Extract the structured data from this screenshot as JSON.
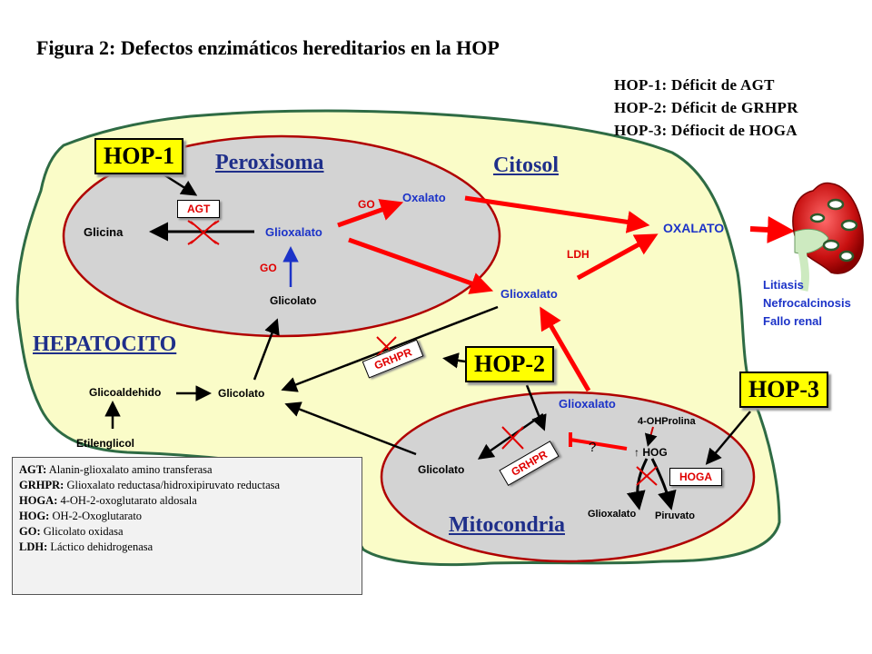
{
  "title": "Figura 2: Defectos enzimáticos hereditarios en la HOP",
  "hop_legend": [
    "HOP-1: Déficit de AGT",
    "HOP-2: Déficit de GRHPR",
    "HOP-3: Défiocit de HOGA"
  ],
  "hop_boxes": {
    "hop1": "HOP-1",
    "hop2": "HOP-2",
    "hop3": "HOP-3"
  },
  "regions": {
    "peroxisoma": "Peroxisoma",
    "citosol": "Citosol",
    "hepatocito": "HEPATOCITO",
    "mitocondria": "Mitocondria"
  },
  "metabolites": {
    "glicina": "Glicina",
    "glioxalato_perox": "Glioxalato",
    "oxalato_perox": "Oxalato",
    "glicolato_perox": "Glicolato",
    "glioxalato_cyto": "Glioxalato",
    "oxalato_main": "OXALATO",
    "glicoaldehido": "Glicoaldehido",
    "glicolato_cyto": "Glicolato",
    "etilenglicol": "Etilenglicol",
    "glioxalato_mito": "Glioxalato",
    "ohprolina": "4-OHProlina",
    "hog": "↑ HOG",
    "glicolato_mito": "Glicolato",
    "glioxalato_mito_product": "Glioxalato",
    "piruvato": "Piruvato",
    "question": "?"
  },
  "enzymes": {
    "agt": "AGT",
    "go_upper": "GO",
    "go_lower": "GO",
    "ldh": "LDH",
    "grhpr_cyto": "GRHPR",
    "grhpr_mito": "GRHPR",
    "hoga": "HOGA"
  },
  "outcomes": [
    "Litiasis",
    "Nefrocalcinosis",
    "Fallo renal"
  ],
  "glossary": [
    {
      "abbr": "AGT:",
      "text": "Alanin-glioxalato amino transferasa"
    },
    {
      "abbr": "GRHPR:",
      "text": "Glioxalato reductasa/hidroxipiruvato reductasa"
    },
    {
      "abbr": "HOGA:",
      "text": "4-OH-2-oxoglutarato aldosala"
    },
    {
      "abbr": "HOG:",
      "text": "OH-2-Oxoglutarato"
    },
    {
      "abbr": "GO:",
      "text": "Glicolato oxidasa"
    },
    {
      "abbr": "LDH:",
      "text": "Láctico dehidrogenasa"
    }
  ],
  "colors": {
    "cell_fill": "#fafcc8",
    "cell_border": "#2e6b44",
    "organelle_fill": "#d3d3d3",
    "organelle_border": "#c00000",
    "red_arrow": "#ff0000",
    "blue_text": "#1c33c8",
    "hop_box": "#ffff00"
  }
}
